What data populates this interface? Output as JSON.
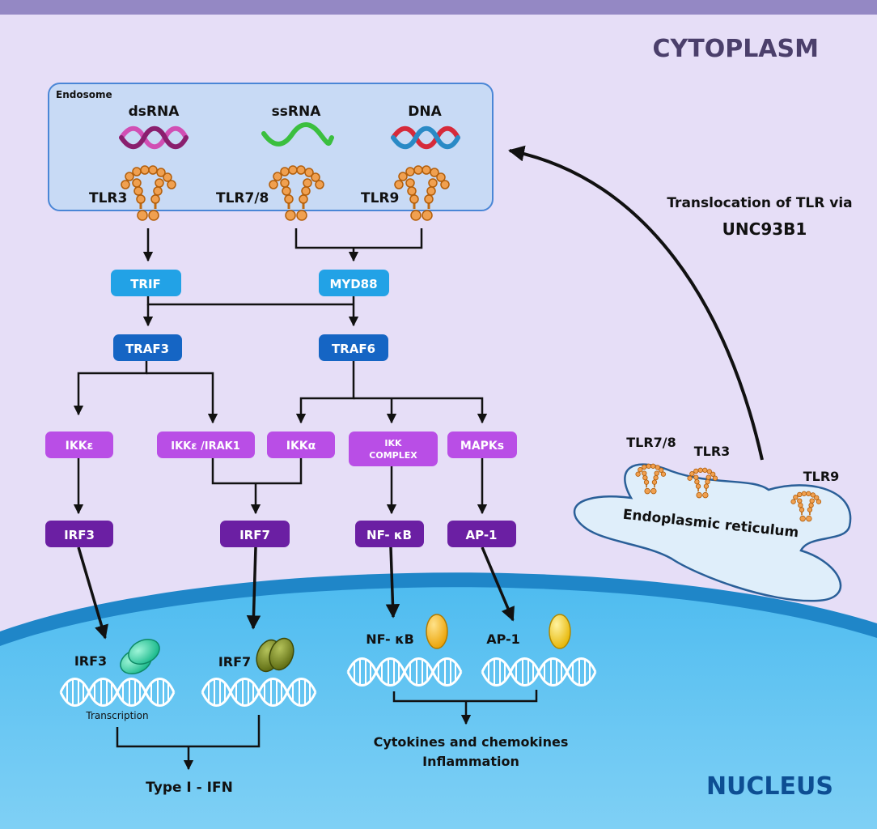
{
  "regions": {
    "cytoplasm": "CYTOPLASM",
    "nucleus": "NUCLEUS"
  },
  "endosome": {
    "title": "Endosome",
    "ligands": [
      "dsRNA",
      "ssRNA",
      "DNA"
    ],
    "receptors": [
      "TLR3",
      "TLR7/8",
      "TLR9"
    ]
  },
  "translocation": {
    "line1": "Translocation of TLR via",
    "line2": "UNC93B1"
  },
  "er": {
    "label": "Endoplasmic reticulum",
    "receptors": [
      "TLR7/8",
      "TLR3",
      "TLR9"
    ]
  },
  "adaptors": {
    "trif": "TRIF",
    "myd88": "MYD88"
  },
  "trafs": {
    "traf3": "TRAF3",
    "traf6": "TRAF6"
  },
  "kinases": {
    "ikke": "IKKε",
    "ikke_irak1": "IKKε /IRAK1",
    "ikka": "IKKα",
    "ikk_complex_line1": "IKK",
    "ikk_complex_line2": "COMPLEX",
    "mapks": "MAPKs"
  },
  "tfs": {
    "irf3": "IRF3",
    "irf7": "IRF7",
    "nfkb": "NF- κB",
    "ap1": "AP-1"
  },
  "nuclear": {
    "irf3": "IRF3",
    "irf7": "IRF7",
    "nfkb": "NF- κB",
    "ap1": "AP-1",
    "transcription": "Transcription",
    "type1_ifn": "Type I - IFN",
    "cytokines": "Cytokines and chemokines",
    "inflammation": "Inflammation"
  },
  "colors": {
    "cytoplasm_bg": "#e6def7",
    "top_band": "#9488c4",
    "nucleus_fill": "#4cb8ee",
    "nucleus_rim": "#1f86c8",
    "endosome_fill": "#c8daf5",
    "adaptor": "#22a2e6",
    "traf": "#1565c4",
    "kinase": "#b94ee6",
    "tf": "#6b1fa3",
    "tlr_orange": "#f0a050",
    "region_text_cyto": "#4b3f6b",
    "region_text_nucleus": "#0d4e93"
  },
  "icons": [
    "dsrna-helix-icon",
    "ssrna-wave-icon",
    "dna-helix-icon",
    "tlr-receptor-icon",
    "dna-double-helix-icon",
    "dimer-icon"
  ]
}
